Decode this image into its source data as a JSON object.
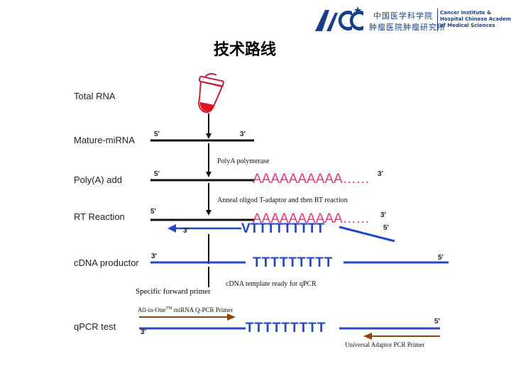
{
  "header": {
    "logo_cn_line1": "中国医学科学院",
    "logo_cn_line2": "肿瘤医院肿瘤研究所",
    "logo_en_line1": "Cancer Institute &",
    "logo_en_line2": "Hospital Chinese Academy",
    "logo_en_line3": "of Medical Sciences"
  },
  "title": "技术路线",
  "steps": {
    "total_rna": "Total RNA",
    "mature_mirna": "Mature-miRNA",
    "poly_a_add": "Poly(A) add",
    "rt_reaction": "RT Reaction",
    "cdna_productor": "cDNA productor",
    "qpcr_test": "qPCR test"
  },
  "ends": {
    "five": "5'",
    "three": "3'"
  },
  "notes": {
    "polya_polymerase": "PolyA polymerase",
    "anneal": "Anneal oligod T-adaptor and then RT reaction",
    "cdna_template": "cDNA template ready for qPCR"
  },
  "sequences": {
    "poly_a": "AAAAAAAAAA……",
    "rt_poly_a": "AAAAAAAAAA……",
    "vvv": "VTTTTTTTTT",
    "ttt": "TTTTTTTTT",
    "ttt_qpcr": "TTTTTTTTT"
  },
  "primers": {
    "specific_forward": "Specific forward primer",
    "all_in_one": "All-in-One",
    "tm": "TM",
    "all_in_one_rest": " miRNA Q-PCR Primer",
    "universal": "Universal Adaptor PCR Primer"
  },
  "colors": {
    "strand": "#111111",
    "poly_a": "#e8327a",
    "oligo_dt": "#2446c8",
    "primer_forward": "#8b4513",
    "tube_liquid": "#e0141e",
    "tube_outline": "#c0203a",
    "logo": "#1a3f8a"
  }
}
